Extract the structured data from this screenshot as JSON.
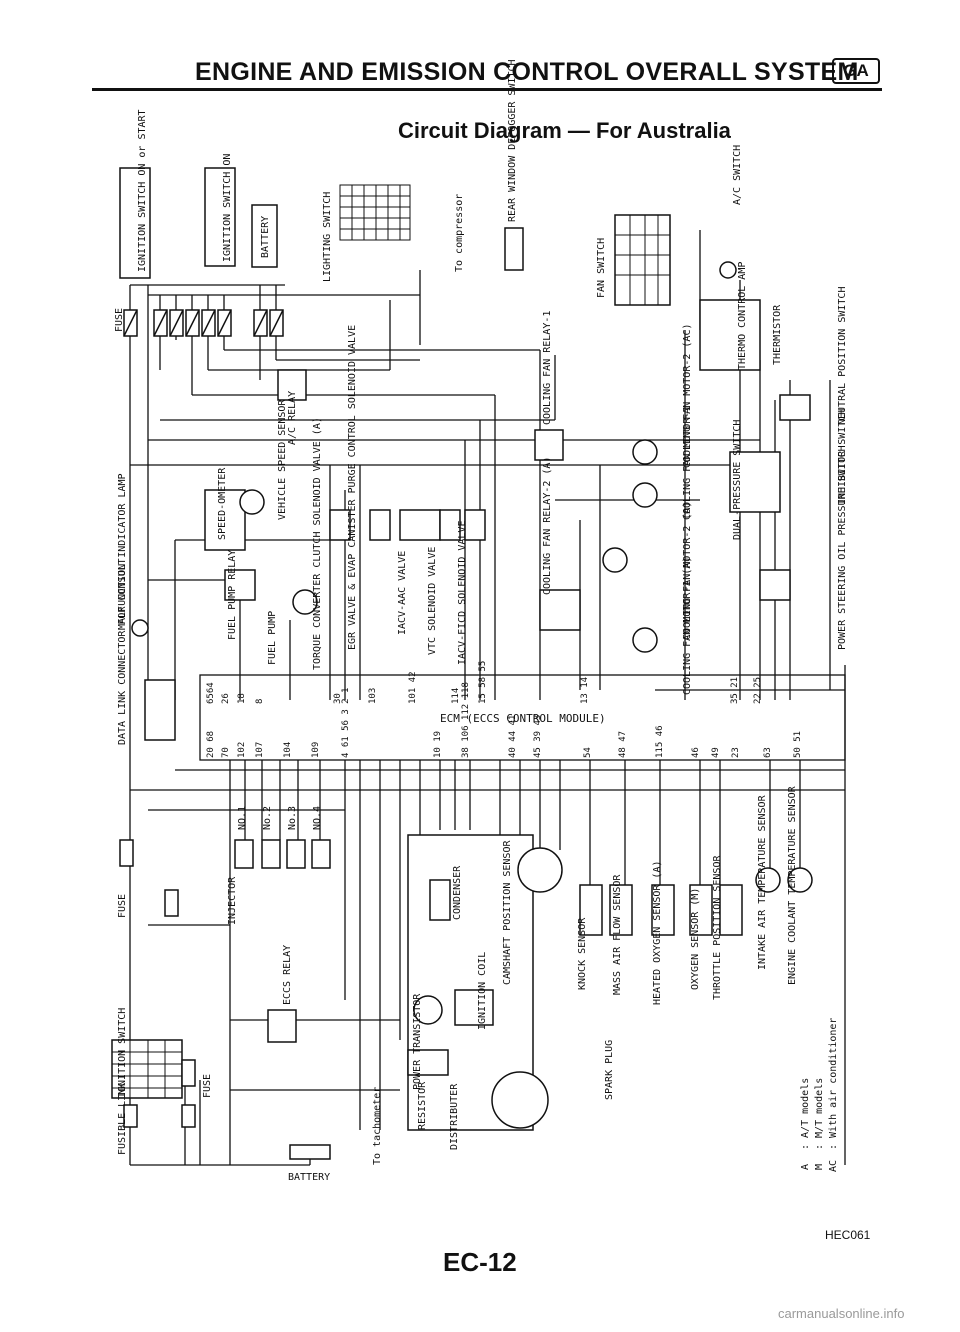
{
  "header": {
    "title": "ENGINE AND EMISSION CONTROL OVERALL SYSTEM",
    "section_badge": "GA"
  },
  "subtitle": "Circuit Diagram — For Australia",
  "labels": {
    "ign_on_start": "IGNITION SWITCH ON or START",
    "ign_on": "IGNITION SWITCH ON",
    "battery_top": "BATTERY",
    "lighting_switch": "LIGHTING SWITCH",
    "to_compressor": "To compressor",
    "rear_defogger": "REAR WINDOW DEFOGGER SWITCH",
    "fan_switch": "FAN SWITCH",
    "ac_switch": "A/C SWITCH",
    "fuse_top": "FUSE",
    "ac_relay": "A/C RELAY",
    "cooling_fan_relay_1": "COOLING FAN RELAY-1",
    "thermo_control_amp": "THERMO CONTROL AMP",
    "thermistor": "THERMISTOR",
    "neutral_position_switch": "NEUTRAL POSITION SWITCH",
    "speedometer": "SPEED-OMETER",
    "vehicle_speed_sensor": "VEHICLE SPEED SENSOR",
    "cooling_fan_motor_2_ac": "COOLING FAN MOTOR-2 (AC)",
    "cooling_fan_motor_1": "COOLING FAN MOTOR-1",
    "dual_pressure_switch": "DUAL-PRESSURE SWITCH",
    "inhibitor_switch": "INHIBITOR SWITCH",
    "mil": "MALFUNCTION INDICATOR LAMP",
    "fuel_pump_relay": "FUEL PUMP RELAY",
    "fuel_pump": "FUEL PUMP",
    "tcc_solenoid": "TORQUE CONVERTER CLUTCH SOLENOID VALVE (A)",
    "egr_evap": "EGR VALVE & EVAP CANISTER PURGE CONTROL SOLENOID VALVE",
    "iacv_aac": "IACV-AAC VALVE",
    "vtc": "VTC SOLENOID VALVE",
    "iacv_ficd": "IACV-FICD SOLENOID VALVE",
    "cooling_fan_relay_2": "COOLING FAN RELAY-2 (A)",
    "cooling_fan_motor_2_a": "COOLING FAN MOTOR-2 (A)",
    "cooling_fan_motor_1_a": "COOLING FAN MOTOR-1 (A)",
    "ps_oil_pressure": "POWER STEERING OIL PRESSURE SWITCH",
    "dlc": "DATA LINK CONNECTOR FOR CONSULT",
    "ecm": "ECM (ECCS CONTROL MODULE)",
    "injector": "INJECTOR",
    "inj_no1": "NO.1",
    "inj_no2": "No.2",
    "inj_no3": "No.3",
    "inj_no4": "NO.4",
    "condenser": "CONDENSER",
    "camshaft_sensor": "CAMSHAFT POSITION SENSOR",
    "ignition_coil": "IGNITION COIL",
    "power_transistor": "POWER TRANSISTOR",
    "eccs_relay": "ECCS RELAY",
    "fuse_mid": "FUSE",
    "ign_switch_table": "IGNITION SWITCH",
    "fusible_link": "FUSIBLE LINK",
    "fuse_low": "FUSE",
    "battery_bottom": "BATTERY",
    "to_tachometer": "To tachometer",
    "resistor": "RESISTOR",
    "distributor": "DISTRIBUTER",
    "spark_plug": "SPARK PLUG",
    "knock_sensor": "KNOCK SENSOR",
    "maf": "MASS AIR FLOW SENSOR",
    "heated_o2": "HEATED OXYGEN SENSOR (A)",
    "o2_m": "OXYGEN SENSOR (M)",
    "tps": "THROTTLE POSITION SENSOR",
    "iat": "INTAKE AIR TEMPERATURE SENSOR",
    "ect": "ENGINE COOLANT TEMPERATURE SENSOR"
  },
  "legend": [
    {
      "symbol": "A",
      "text": ": A/T models"
    },
    {
      "symbol": "M",
      "text": ": M/T models"
    },
    {
      "symbol": "AC",
      "text": ": With air conditioner"
    }
  ],
  "ecm_pins_top": [
    "6564",
    "26",
    "18",
    "8",
    "30",
    "103",
    "101 42",
    "114",
    "15 58 55",
    "13 14",
    "35 21",
    "22 25"
  ],
  "ecm_pins_bottom": [
    "20 68",
    "70",
    "102",
    "107",
    "104",
    "109",
    "4 61 56 3 2 1",
    "10 19",
    "38 106 112 118",
    "40 44 41",
    "45 39 43",
    "54",
    "48 47",
    "115 46",
    "46",
    "49",
    "23",
    "63",
    "50 51"
  ],
  "diagram_code": "HEC061",
  "page_number": "EC-12",
  "watermark": "carmanualsonline.info"
}
